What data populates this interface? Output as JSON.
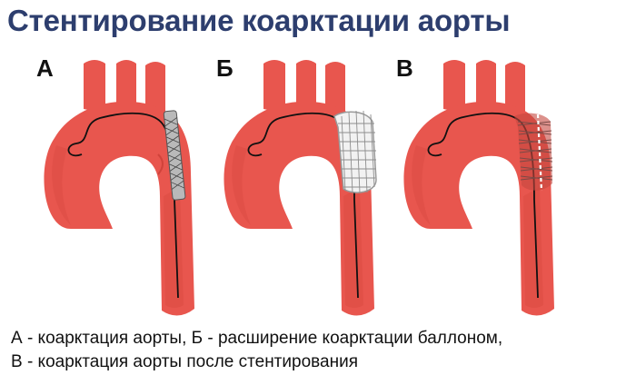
{
  "title": "Стентирование коарктации аорты",
  "panels": [
    {
      "label": "А"
    },
    {
      "label": "Б"
    },
    {
      "label": "В"
    }
  ],
  "caption": {
    "line1": "А - коарктация аорты, Б - расширение коарктации баллоном,",
    "line2": "В - коарктация аорты после стентирования"
  },
  "colors": {
    "title": "#2d3e6e",
    "aorta": "#e8564e",
    "aorta_dark": "#c93a33",
    "wire": "#111111",
    "balloon": "#f2f2f2",
    "stent": "#8e8e8e"
  }
}
